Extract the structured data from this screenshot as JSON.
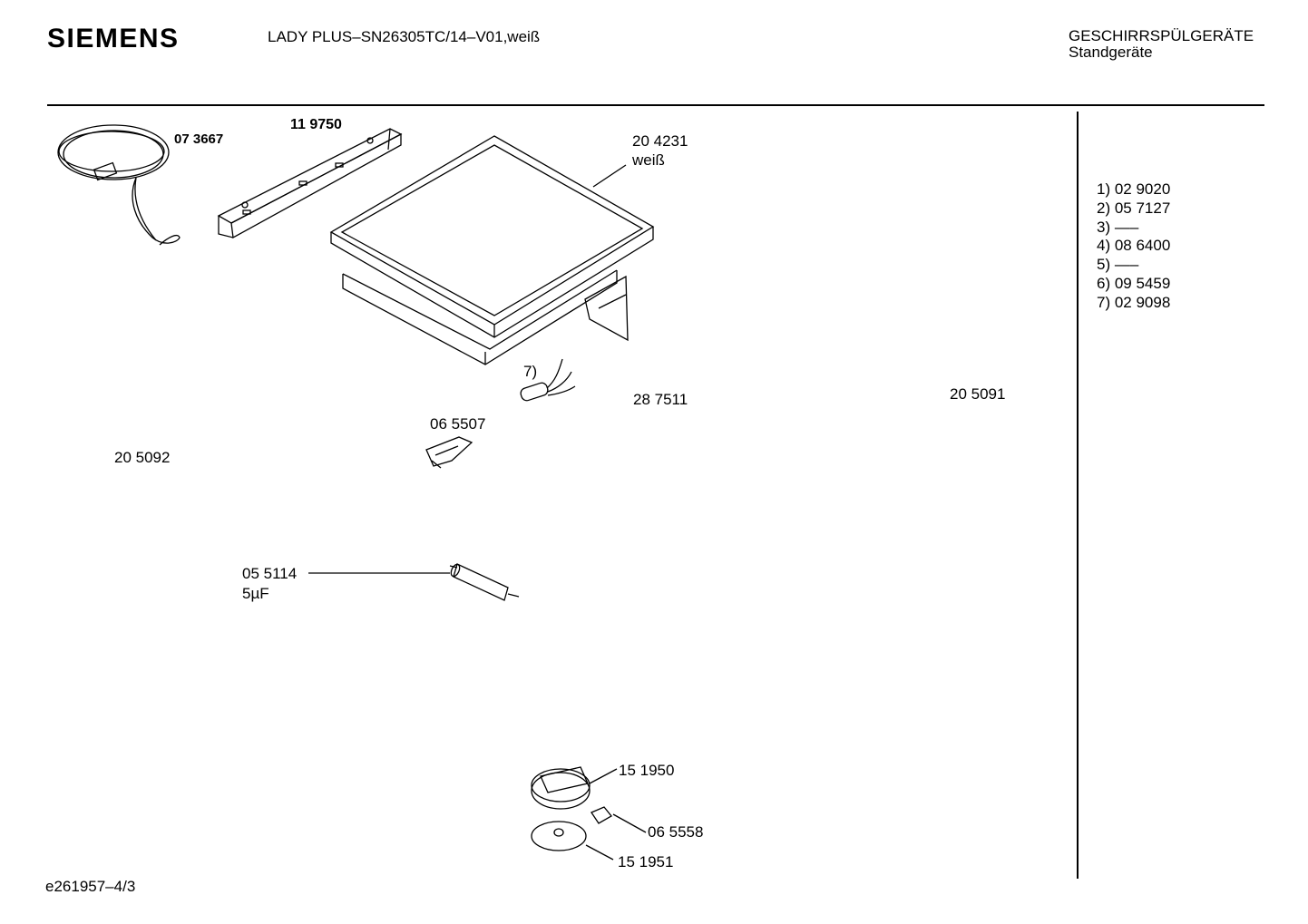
{
  "header": {
    "brand": "SIEMENS",
    "model": "LADY PLUS–SN26305TC/14–V01,weiß",
    "category_line1": "GESCHIRRSPÜLGERÄTE",
    "category_line2": "Standgeräte"
  },
  "parts": {
    "hose": "07 3667",
    "rail": "11 9750",
    "worktop": "20 4231",
    "worktop_color": "weiß",
    "wire_index": "7)",
    "wire_part": "28 7511",
    "part_205091": "20 5091",
    "clip": "06 5507",
    "part_205092": "20 5092",
    "capacitor": "05 5114",
    "capacitor_value": "5µF",
    "knob_base": "15 1950",
    "knob_plug": "06 5558",
    "knob_disc": "15 1951"
  },
  "legend": [
    "1) 02 9020",
    "2) 05 7127",
    "3) —–",
    "4) 08 6400",
    "5) —–",
    "6) 09 5459",
    "7) 02 9098"
  ],
  "footer": {
    "doc_id": "e261957–4/3"
  }
}
